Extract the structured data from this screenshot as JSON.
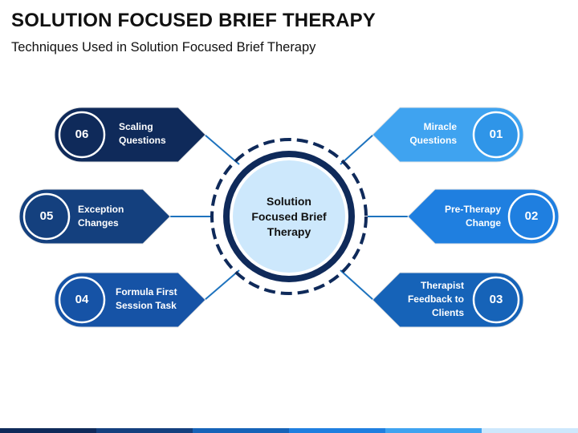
{
  "title": "SOLUTION FOCUSED BRIEF THERAPY",
  "subtitle": "Techniques Used in Solution Focused Brief Therapy",
  "center": {
    "lines": [
      "Solution",
      "Focused Brief",
      "Therapy"
    ]
  },
  "items": {
    "i01": {
      "number": "01",
      "lines": [
        "Miracle",
        "Questions"
      ],
      "color": "#3FA3F0"
    },
    "i02": {
      "number": "02",
      "lines": [
        "Pre-Therapy",
        "Change"
      ],
      "color": "#1F7FE0"
    },
    "i03": {
      "number": "03",
      "lines": [
        "Therapist",
        "Feedback to",
        "Clients"
      ],
      "color": "#1663B8"
    },
    "i04": {
      "number": "04",
      "lines": [
        "Formula First",
        "Session Task"
      ],
      "color": "#1653A6"
    },
    "i05": {
      "number": "05",
      "lines": [
        "Exception",
        "Changes"
      ],
      "color": "#14407E"
    },
    "i06": {
      "number": "06",
      "lines": [
        "Scaling",
        "Questions"
      ],
      "color": "#0F2A5A"
    }
  },
  "colors": {
    "outer_ring": "#0F2A5A",
    "center_fill": "#CDE8FC",
    "connector": "#1E73BE",
    "bottom_bar": [
      "#0F2A5A",
      "#14407E",
      "#1663B8",
      "#1F7FE0",
      "#3FA3F0",
      "#CDE8FC"
    ]
  }
}
